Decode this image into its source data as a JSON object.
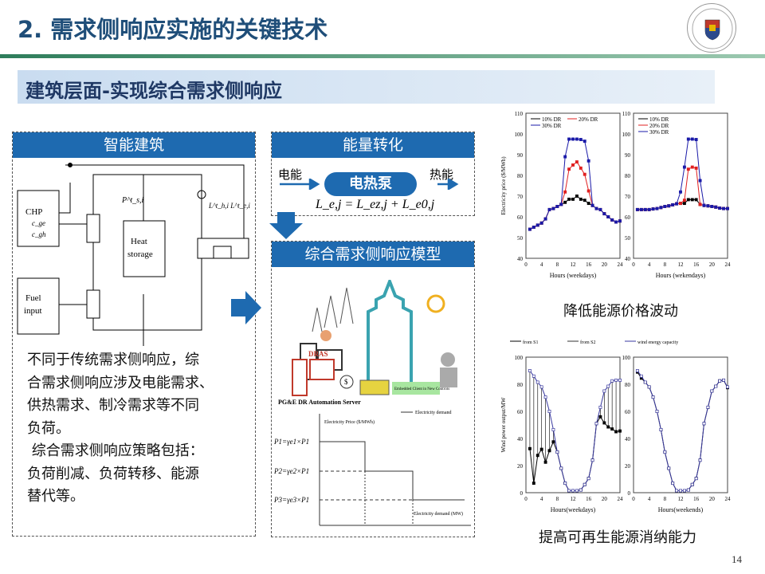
{
  "title": "2. 需求侧响应实施的关键技术",
  "subtitle": "建筑层面-实现综合需求侧响应",
  "page_number": "14",
  "logo_text": "UNIVERSIDADE DE MACAU 澳門大學",
  "left_panel": {
    "header": "智能建筑",
    "diagram": {
      "chp": "CHP",
      "cge": "c_ge",
      "cgh": "c_gh",
      "fuel1": "Fuel",
      "fuel2": "input",
      "heat1": "Heat",
      "heat2": "storage",
      "p_label": "P^t_s,i",
      "l_label": "L^t_h,i L^t_e,i"
    },
    "text_lines": [
      "不同于传统需求侧响应，综",
      "合需求侧响应涉及电能需求、",
      "供热需求、制冷需求等不同",
      "负荷。",
      " 综合需求侧响应策略包括：",
      "负荷削减、负荷转移、能源",
      "替代等。"
    ]
  },
  "energy_panel": {
    "header": "能量转化",
    "left": "电能",
    "center": "电热泵",
    "right": "热能",
    "formula": "L_e,j = L_ez,j + L_e0,j"
  },
  "model_panel": {
    "header": "综合需求侧响应模型",
    "illustration": {
      "dras": "DRAS",
      "server": "PG&E DR Automation Server",
      "client": "Embedded Client in New Controls"
    },
    "step_chart": {
      "ylabel": "Electricity Price ($/MWh)",
      "xlabel": "Electricity demand (MW)",
      "legend": "Electricity demand",
      "levels": [
        "P1=γe1×P1",
        "P2=γe2×P1",
        "P3=γe3×P1"
      ]
    }
  },
  "captions": {
    "price": "降低能源价格波动",
    "wind": "提高可再生能源消纳能力"
  },
  "colors": {
    "accent": "#1e6ab0",
    "title": "#1f4e79"
  },
  "chart_data": [
    {
      "type": "line",
      "xlabel": "Hours (weekdays)",
      "ylabel": "Electricity price ($/MWh)",
      "ylim": [
        40,
        110
      ],
      "xlim": [
        0,
        24
      ],
      "yticks": [
        40,
        50,
        60,
        70,
        80,
        90,
        100,
        110
      ],
      "xticks": [
        0,
        4,
        8,
        12,
        16,
        20,
        24
      ],
      "x": [
        1,
        2,
        3,
        4,
        5,
        6,
        7,
        8,
        9,
        10,
        11,
        12,
        13,
        14,
        15,
        16,
        17,
        18,
        19,
        20,
        21,
        22,
        23,
        24
      ],
      "series": [
        {
          "name": "10% DR",
          "color": "#000000",
          "values": [
            54,
            55,
            56,
            57,
            59,
            63.5,
            64,
            65,
            66,
            67,
            68.5,
            68.5,
            70,
            68.5,
            68,
            66.5,
            65.5,
            64,
            63.5,
            61.5,
            60,
            58.5,
            57.5,
            58
          ]
        },
        {
          "name": "20% DR",
          "color": "#e02020",
          "values": [
            54,
            55,
            56,
            57,
            59,
            63.5,
            64,
            65,
            66,
            72,
            83,
            85,
            86.5,
            83.5,
            80.5,
            72.5,
            65.5,
            64,
            63.5,
            61.5,
            60,
            58.5,
            57.5,
            58
          ]
        },
        {
          "name": "30% DR",
          "color": "#1a1aa8",
          "values": [
            54,
            55,
            56,
            57,
            59,
            63.5,
            64,
            65,
            66,
            89,
            97.5,
            97.5,
            97.5,
            97.3,
            96.5,
            87,
            65.5,
            64,
            63.5,
            61.5,
            60,
            58.5,
            57.5,
            58
          ]
        }
      ]
    },
    {
      "type": "line",
      "xlabel": "Hours (wekendays)",
      "ylabel": "",
      "ylim": [
        40,
        110
      ],
      "xlim": [
        0,
        24
      ],
      "yticks": [
        40,
        50,
        60,
        70,
        80,
        90,
        100,
        110
      ],
      "xticks": [
        0,
        4,
        8,
        12,
        16,
        20,
        24
      ],
      "x": [
        1,
        2,
        3,
        4,
        5,
        6,
        7,
        8,
        9,
        10,
        11,
        12,
        13,
        14,
        15,
        16,
        17,
        18,
        19,
        20,
        21,
        22,
        23,
        24
      ],
      "series": [
        {
          "name": "10% DR",
          "color": "#000000",
          "values": [
            63.5,
            63.5,
            63.5,
            63.5,
            63.8,
            64,
            64.5,
            65,
            65.3,
            65.8,
            66.3,
            66.5,
            66.5,
            68.3,
            68.3,
            68.3,
            66,
            65.5,
            65.3,
            65,
            64.7,
            64.2,
            64,
            64
          ]
        },
        {
          "name": "20% DR",
          "color": "#e02020",
          "values": [
            63.5,
            63.5,
            63.5,
            63.5,
            63.8,
            64,
            64.5,
            65,
            65.3,
            65.8,
            66.3,
            66.5,
            68,
            83,
            84,
            83.5,
            66,
            65.5,
            65.3,
            65,
            64.7,
            64.2,
            64,
            64
          ]
        },
        {
          "name": "30% DR",
          "color": "#1a1aa8",
          "values": [
            63.5,
            63.5,
            63.5,
            63.5,
            63.8,
            64,
            64.5,
            65,
            65.3,
            65.8,
            66.3,
            72,
            84,
            97.5,
            97.5,
            97.3,
            77.5,
            65.5,
            65.3,
            65,
            64.7,
            64.2,
            64,
            64
          ]
        }
      ]
    },
    {
      "type": "line",
      "xlabel": "Hours(weekdays)",
      "ylabel": "Wind power output/MW",
      "ylim": [
        0,
        100
      ],
      "xlim": [
        0,
        24
      ],
      "yticks": [
        0,
        20,
        40,
        60,
        80,
        100
      ],
      "xticks": [
        0,
        4,
        8,
        12,
        16,
        20,
        24
      ],
      "x": [
        1,
        2,
        3,
        4,
        5,
        6,
        7,
        8,
        9,
        10,
        11,
        12,
        13,
        14,
        15,
        16,
        17,
        18,
        19,
        20,
        21,
        22,
        23,
        24
      ],
      "series": [
        {
          "name": "from S1",
          "color": "#000000",
          "values": [
            32.5,
            7,
            27.5,
            32,
            22.5,
            31,
            37.5,
            30,
            18,
            7,
            1.5,
            1.5,
            1.5,
            2,
            6,
            10.5,
            24,
            51,
            56,
            51.5,
            48.5,
            47,
            45,
            45.5
          ]
        },
        {
          "name": "from S2",
          "color": "#333333",
          "values": [
            90,
            86,
            81.5,
            78,
            70.5,
            60,
            46.5,
            30,
            18,
            7,
            1.5,
            1.5,
            1.5,
            2,
            6,
            10.5,
            24,
            51,
            63,
            75,
            78.5,
            82.5,
            83,
            83
          ]
        },
        {
          "name": "wind energy capacity",
          "color": "#3a3aa0",
          "values": [
            90,
            86,
            81.5,
            78,
            70.5,
            60,
            46.5,
            30,
            18,
            7,
            1.5,
            1.5,
            1.5,
            2,
            6,
            10.5,
            24,
            51,
            63,
            75,
            78.5,
            82.5,
            83,
            83
          ]
        }
      ]
    },
    {
      "type": "line",
      "xlabel": "Hours(weekends)",
      "ylabel": "",
      "ylim": [
        0,
        100
      ],
      "xlim": [
        0,
        24
      ],
      "yticks": [
        0,
        20,
        40,
        60,
        80,
        100
      ],
      "xticks": [
        0,
        4,
        8,
        12,
        16,
        20,
        24
      ],
      "x": [
        1,
        2,
        3,
        4,
        5,
        6,
        7,
        8,
        9,
        10,
        11,
        12,
        13,
        14,
        15,
        16,
        17,
        18,
        19,
        20,
        21,
        22,
        23,
        24
      ],
      "series": [
        {
          "name": "from S1",
          "color": "#000000",
          "values": [
            89,
            84.5,
            81.5,
            78,
            70.5,
            60,
            46.5,
            30,
            18,
            7,
            1.5,
            1.5,
            1.5,
            2,
            6,
            10.5,
            24,
            51,
            63,
            75,
            78.5,
            82.5,
            83,
            77.5
          ]
        },
        {
          "name": "from S2",
          "color": "#333333",
          "values": [
            90,
            86,
            81.5,
            78,
            70.5,
            60,
            46.5,
            30,
            18,
            7,
            1.5,
            1.5,
            1.5,
            2,
            6,
            10.5,
            24,
            51,
            63,
            75,
            78.5,
            82.5,
            83,
            78
          ]
        },
        {
          "name": "wind energy capacity",
          "color": "#3a3aa0",
          "values": [
            90,
            86,
            81.5,
            78,
            70.5,
            60,
            46.5,
            30,
            18,
            7,
            1.5,
            1.5,
            1.5,
            2,
            6,
            10.5,
            24,
            51,
            63,
            75,
            78.5,
            82.5,
            83,
            78
          ]
        }
      ]
    }
  ]
}
